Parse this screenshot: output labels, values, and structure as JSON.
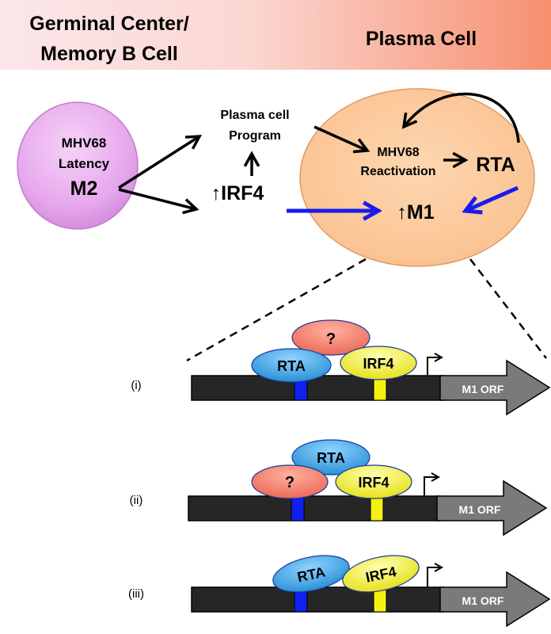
{
  "header": {
    "left_line1": "Germinal Center/",
    "left_line2": "Memory B Cell",
    "right": "Plasma Cell",
    "gradient_colors": [
      "#fbe4e8",
      "#f6927a"
    ]
  },
  "pathway": {
    "latency_cell": {
      "line1": "MHV68",
      "line2": "Latency",
      "line3": "M2",
      "color": "#e8a8ee"
    },
    "plasma_program": {
      "line1": "Plasma cell",
      "line2": "Program"
    },
    "irf4": "↑IRF4",
    "plasma_cell": {
      "color": "#fbc89a"
    },
    "reactivation": {
      "line1": "MHV68",
      "line2": "Reactivation"
    },
    "rta": "RTA",
    "m1": "↑M1"
  },
  "promoters": [
    {
      "label": "(i)",
      "orf_label": "M1 ORF",
      "factors": {
        "top": "?",
        "left": "RTA",
        "right": "IRF4"
      }
    },
    {
      "label": "(ii)",
      "orf_label": "M1 ORF",
      "factors": {
        "top": "RTA",
        "left": "?",
        "right": "IRF4"
      }
    },
    {
      "label": "(iii)",
      "orf_label": "M1 ORF",
      "factors": {
        "left": "RTA",
        "right": "IRF4"
      }
    }
  ],
  "colors": {
    "rta": "#3aa7e6",
    "irf4": "#f4f034",
    "unknown": "#f4796a",
    "site_blue": "#1020f0",
    "site_yellow": "#f4f010",
    "dna": "#262626",
    "orf": "#7a7a7a",
    "blue_arrow": "#1a1aee"
  }
}
